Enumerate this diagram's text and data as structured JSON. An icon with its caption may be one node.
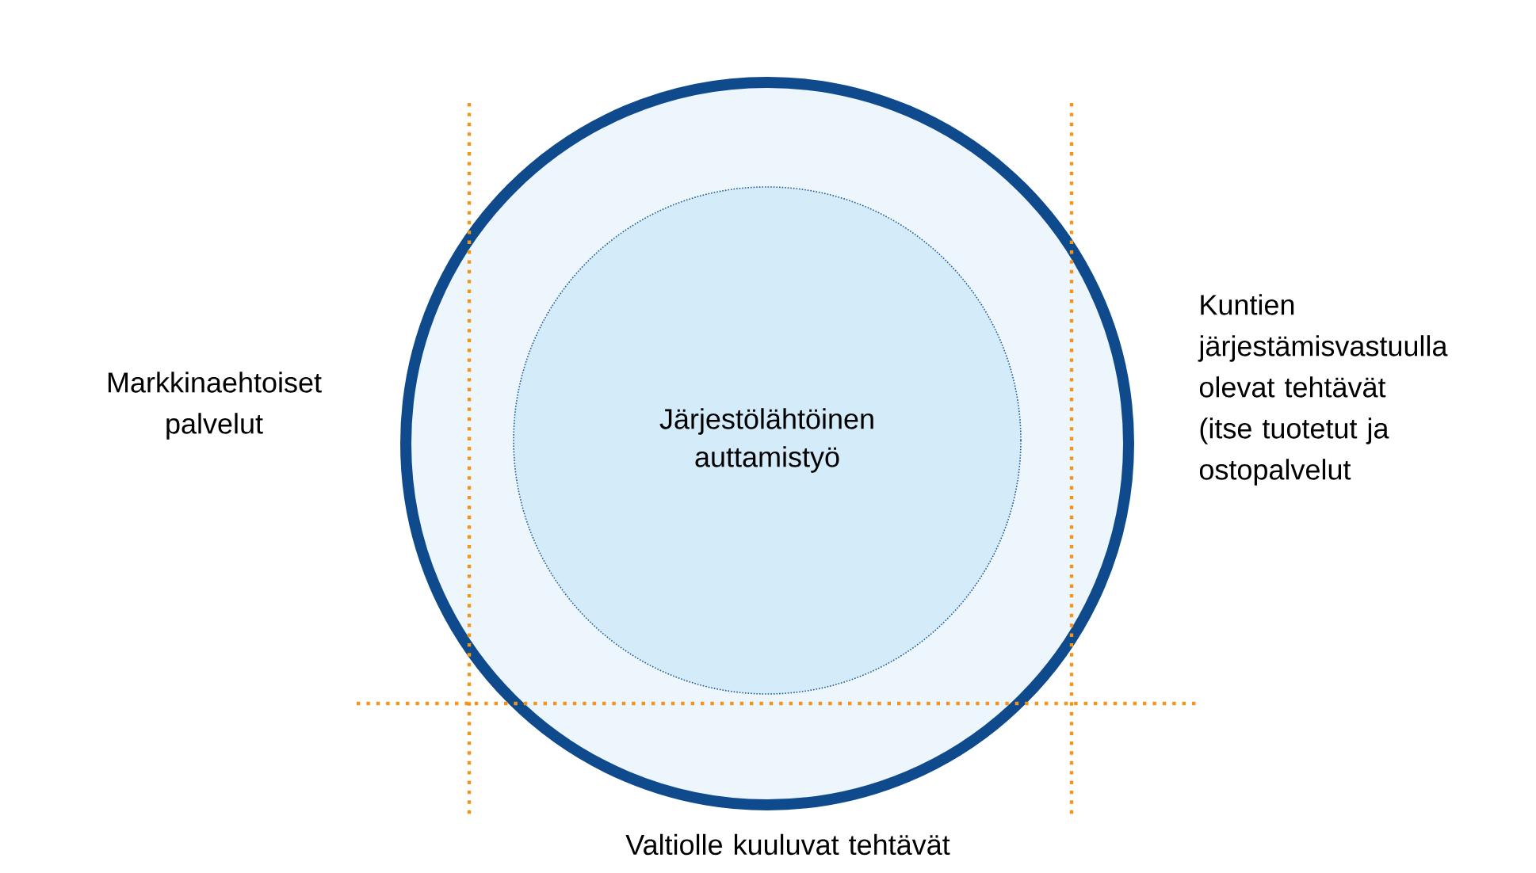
{
  "diagram": {
    "nodes": [
      {
        "text": [],
        "shape": "circle"
      },
      {
        "text": [
          "Järjestölähtöinen auttamistyö"
        ],
        "in": 0
      }
    ],
    "edges": [],
    "labels": [
      "Markkinaehtoiset palvelut",
      "Kuntien järjestämisvastuulla olevat tehtävät (itse tuotetut ja ostopalvelut",
      "Valtiolle kuuluvat tehtävät"
    ]
  }
}
